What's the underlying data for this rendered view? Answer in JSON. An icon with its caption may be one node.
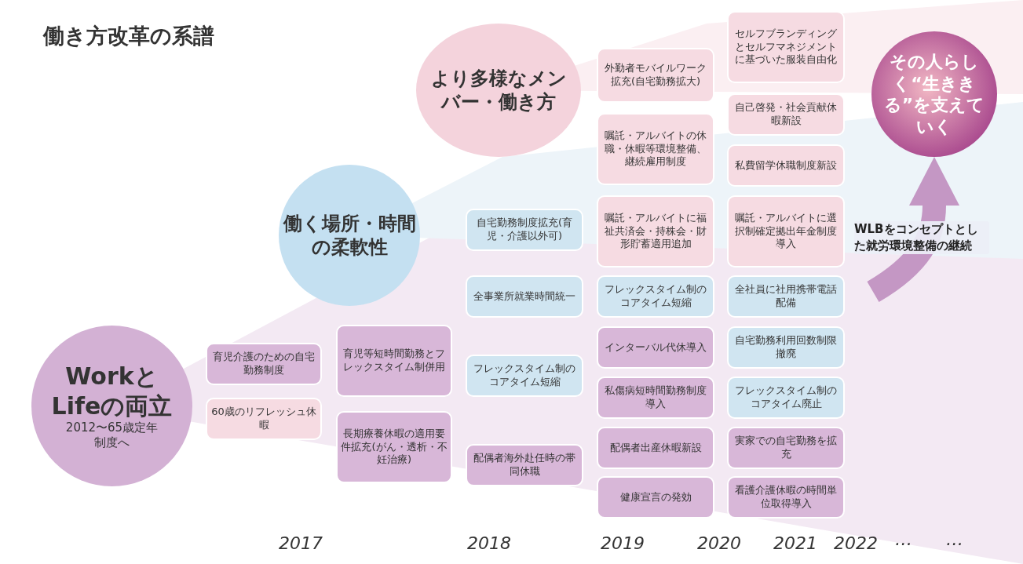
{
  "diagram": {
    "title": "働き方改革の系譜",
    "nodes": [
      {
        "text": [
          "WorkとLifeの両立",
          "2012〜65歳定年制度へ"
        ]
      },
      {
        "text": [
          "働く場所・時間の柔軟性"
        ]
      },
      {
        "text": [
          "より多様なメンバー・働き方"
        ]
      },
      {
        "text": [
          "その人らしく“生ききる”を支えていく"
        ]
      },
      {
        "text": [
          "育児介護のための自宅勤務制度"
        ]
      },
      {
        "text": [
          "60歳のリフレッシュ休暇"
        ]
      },
      {
        "text": [
          "育児等短時間勤務とフレックスタイム制併用"
        ]
      },
      {
        "text": [
          "長期療養休暇の適用要件拡充(がん・透析・不妊治療)"
        ]
      },
      {
        "text": [
          "自宅勤務制度拡充(育児・介護以外可)"
        ]
      },
      {
        "text": [
          "全事業所就業時間統一"
        ]
      },
      {
        "text": [
          "フレックスタイム制のコアタイム短縮"
        ]
      },
      {
        "text": [
          "配偶者海外赴任時の帯同休職"
        ]
      },
      {
        "text": [
          "外勤者モバイルワーク拡充(自宅勤務拡大)"
        ]
      },
      {
        "text": [
          "嘱託・アルバイトの休職・休暇等環境整備、継続雇用制度"
        ]
      },
      {
        "text": [
          "嘱託・アルバイトに福祉共済会・持株会・財形貯蓄適用追加"
        ]
      },
      {
        "text": [
          "フレックスタイム制のコアタイム短縮"
        ]
      },
      {
        "text": [
          "インターバル代休導入"
        ]
      },
      {
        "text": [
          "私傷病短時間勤務制度導入"
        ]
      },
      {
        "text": [
          "配偶者出産休暇新設"
        ]
      },
      {
        "text": [
          "健康宣言の発効"
        ]
      },
      {
        "text": [
          "セルフブランディングとセルフマネジメントに基づいた服装自由化"
        ]
      },
      {
        "text": [
          "自己啓発・社会貢献休暇新設"
        ]
      },
      {
        "text": [
          "私費留学休職制度新設"
        ]
      },
      {
        "text": [
          "嘱託・アルバイトに選択制確定拠出年金制度導入"
        ]
      },
      {
        "text": [
          "全社員に社用携帯電話配備"
        ]
      },
      {
        "text": [
          "自宅勤務利用回数制限撤廃"
        ]
      },
      {
        "text": [
          "フレックスタイム制のコアタイム廃止"
        ]
      },
      {
        "text": [
          "実家での自宅勤務を拡充"
        ]
      },
      {
        "text": [
          "看護介護休暇の時間単位取得導入"
        ]
      }
    ],
    "edges": [
      {
        "from": null,
        "to": 3,
        "arrow": "to",
        "label": "WLBをコンセプトとした就労環境整備の継続"
      }
    ],
    "labels": [
      "2017",
      "2018",
      "2019",
      "2020",
      "2021",
      "2022",
      "…",
      "…"
    ]
  }
}
